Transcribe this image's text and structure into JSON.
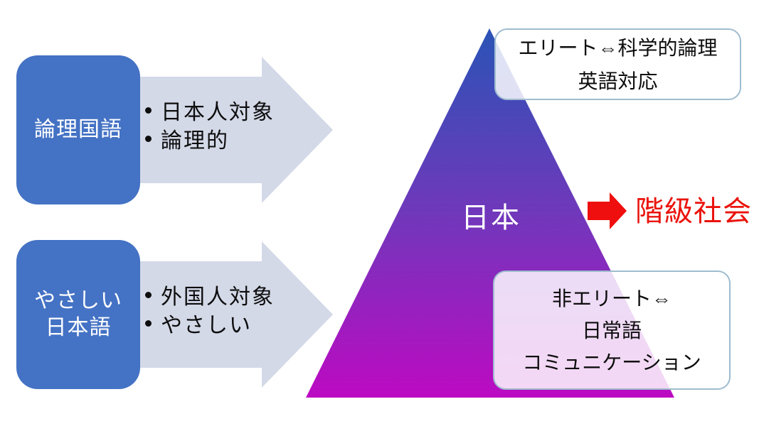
{
  "colors": {
    "box_blue": "#4472C4",
    "arrow_fill": "#D4D9E8",
    "pyramid_top": "#2A53B6",
    "pyramid_mid": "#7038BB",
    "pyramid_bottom": "#BC0AC2",
    "accent_red": "#EA140D",
    "callout_border": "#9FBCCF",
    "callout_fill": "rgba(255,255,255,0.84)",
    "text_white": "#FFFFFF",
    "text_dark": "#0D0D0D"
  },
  "flow_top": {
    "box_label": "論理国語",
    "bullets": [
      "日本人対象",
      "論理的"
    ]
  },
  "flow_bottom": {
    "box_label_line1": "やさしい",
    "box_label_line2": "日本語",
    "bullets": [
      "外国人対象",
      "やさしい"
    ]
  },
  "pyramid": {
    "center_label": "日本",
    "top_callout_line1": "エリート⇔科学的論理",
    "top_callout_line2": "英語対応",
    "bottom_callout_line1": "非エリート⇔",
    "bottom_callout_line2": "日常語",
    "bottom_callout_line3": "コミュニケーション"
  },
  "conclusion": {
    "label": "階級社会"
  }
}
